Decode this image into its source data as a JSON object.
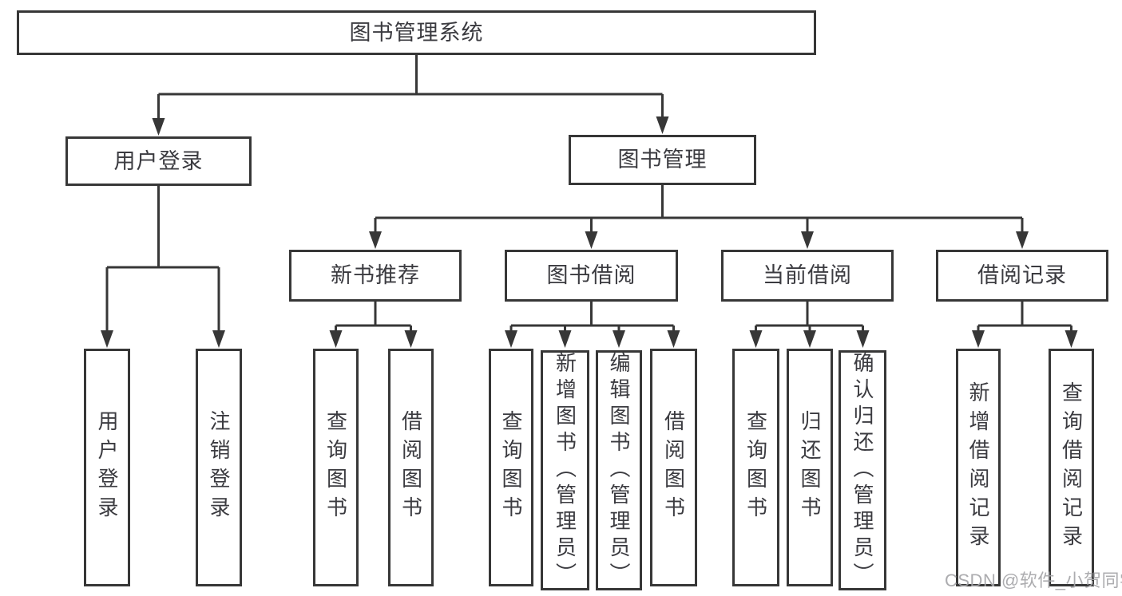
{
  "diagram_title": "图书管理系统",
  "tree": {
    "label": "图书管理系统",
    "children": [
      {
        "label": "用户登录",
        "children": [
          {
            "label": "用户登录"
          },
          {
            "label": "注销登录"
          }
        ]
      },
      {
        "label": "图书管理",
        "children": [
          {
            "label": "新书推荐",
            "children": [
              {
                "label": "查询图书"
              },
              {
                "label": "借阅图书"
              }
            ]
          },
          {
            "label": "图书借阅",
            "children": [
              {
                "label": "查询图书"
              },
              {
                "label": "新增图书（管理员）"
              },
              {
                "label": "编辑图书（管理员）"
              },
              {
                "label": "借阅图书"
              }
            ]
          },
          {
            "label": "当前借阅",
            "children": [
              {
                "label": "查询图书"
              },
              {
                "label": "归还图书"
              },
              {
                "label": "确认归还（管理员）"
              }
            ]
          },
          {
            "label": "借阅记录",
            "children": [
              {
                "label": "新增借阅记录"
              },
              {
                "label": "查询借阅记录"
              }
            ]
          }
        ]
      }
    ]
  },
  "watermark": {
    "text": "CSDN @软件_小贺同学"
  },
  "colors": {
    "line": "#373737",
    "text": "#3b3b40",
    "background": "#ffffff",
    "watermark": "#a5a5a8"
  }
}
